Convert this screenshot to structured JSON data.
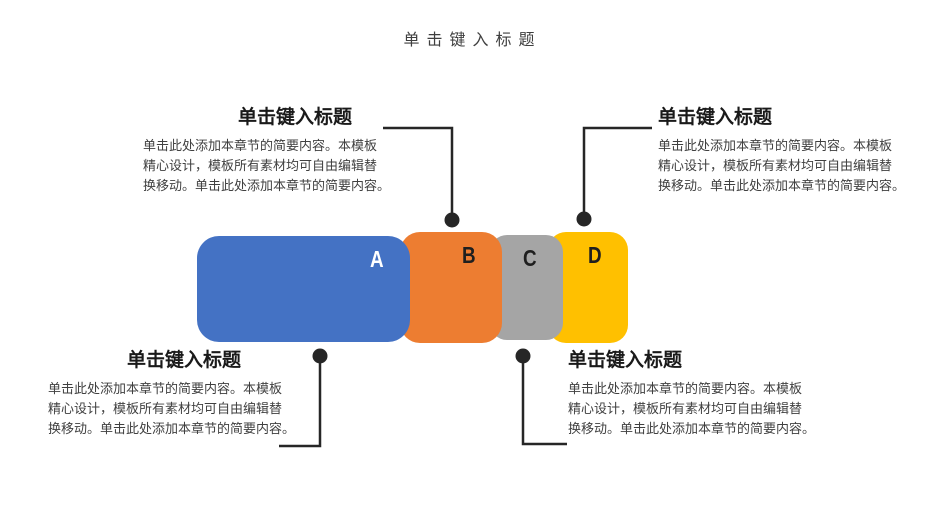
{
  "slide_title": "单击键入标题",
  "colors": {
    "connector": "#262626",
    "shape_a": "#4472C4",
    "shape_b": "#ED7D31",
    "shape_c": "#A5A5A5",
    "shape_d": "#FFC000"
  },
  "shapes": [
    {
      "label": "A",
      "fill": "#4472C4",
      "label_color": "#FFFFFF"
    },
    {
      "label": "B",
      "fill": "#ED7D31",
      "label_color": "#1F1F1F"
    },
    {
      "label": "C",
      "fill": "#A5A5A5",
      "label_color": "#1F1F1F"
    },
    {
      "label": "D",
      "fill": "#FFC000",
      "label_color": "#1F1F1F"
    }
  ],
  "callouts": {
    "top_left": {
      "title": "单击键入标题",
      "lines": [
        "单击此处添加本章节的简要内容。本模板",
        "精心设计，模板所有素材均可自由编辑替",
        "换移动。单击此处添加本章节的简要内容。"
      ]
    },
    "top_right": {
      "title": "单击键入标题",
      "lines": [
        "单击此处添加本章节的简要内容。本模板",
        "精心设计，模板所有素材均可自由编辑替",
        "换移动。单击此处添加本章节的简要内容。"
      ]
    },
    "bottom_left": {
      "title": "单击键入标题",
      "lines": [
        "单击此处添加本章节的简要内容。本模板",
        "精心设计，模板所有素材均可自由编辑替",
        "换移动。单击此处添加本章节的简要内容。"
      ]
    },
    "bottom_right": {
      "title": "单击键入标题",
      "lines": [
        "单击此处添加本章节的简要内容。本模板",
        "精心设计，模板所有素材均可自由编辑替",
        "换移动。单击此处添加本章节的简要内容。"
      ]
    }
  }
}
